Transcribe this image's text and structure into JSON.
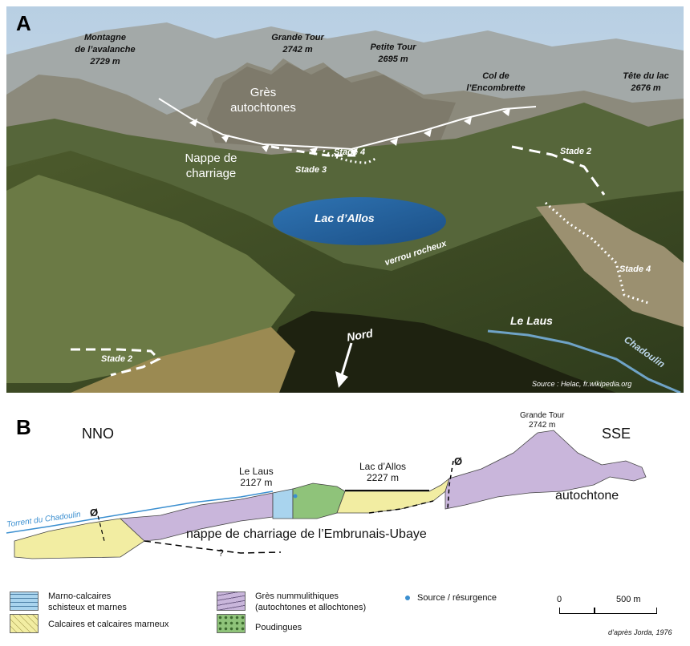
{
  "panel_a": {
    "letter": "A",
    "peaks": [
      {
        "name": "Montagne\nde l’avalanche",
        "alt": "2729 m"
      },
      {
        "name": "Grande Tour",
        "alt": "2742 m"
      },
      {
        "name": "Petite Tour",
        "alt": "2695 m"
      },
      {
        "name": "Col de\nl’Encombrette",
        "alt": ""
      },
      {
        "name": "Tête du lac",
        "alt": "2676 m"
      }
    ],
    "labels": {
      "gres": "Grès\nautochtones",
      "nappe": "Nappe de\ncharriage",
      "stade4_top": "Stade 4",
      "stade3": "Stade 3",
      "stade2_right": "Stade 2",
      "lac": "Lac d’Allos",
      "verrou": "verrou rocheux",
      "stade4_right": "Stade 4",
      "laus": "Le Laus",
      "chadoulin": "Chadoulin",
      "nord": "Nord",
      "stade2_left": "Stade 2",
      "source": "Source : Helac, fr.wikipedia.org"
    }
  },
  "panel_b": {
    "letter": "B",
    "nno": "NNO",
    "sse": "SSE",
    "grande_tour": "Grande Tour\n2742 m",
    "le_laus": "Le Laus\n2127 m",
    "lac_allos": "Lac d’Allos\n2227 m",
    "torrent": "Torrent du Chadoulin",
    "nappe": "nappe de charriage de l’Embrunais-Ubaye",
    "autochtone": "autochtone",
    "question": "?",
    "phi": "Ø"
  },
  "legend": {
    "marno": "Marno-calcaires\nschisteux et marnes",
    "calcaires": "Calcaires et calcaires marneux",
    "gres": "Grès nummulithiques\n(autochtones et allochtones)",
    "poudingues": "Poudingues",
    "source": "Source / résurgence",
    "scale_0": "0",
    "scale_500": "500 m",
    "credit": "d’après Jorda, 1976"
  },
  "colors": {
    "marno": "#a9d4ee",
    "calcaires": "#f2eda2",
    "gres": "#c9b6db",
    "poudingues": "#8fc37a",
    "river": "#3b8fd0"
  }
}
